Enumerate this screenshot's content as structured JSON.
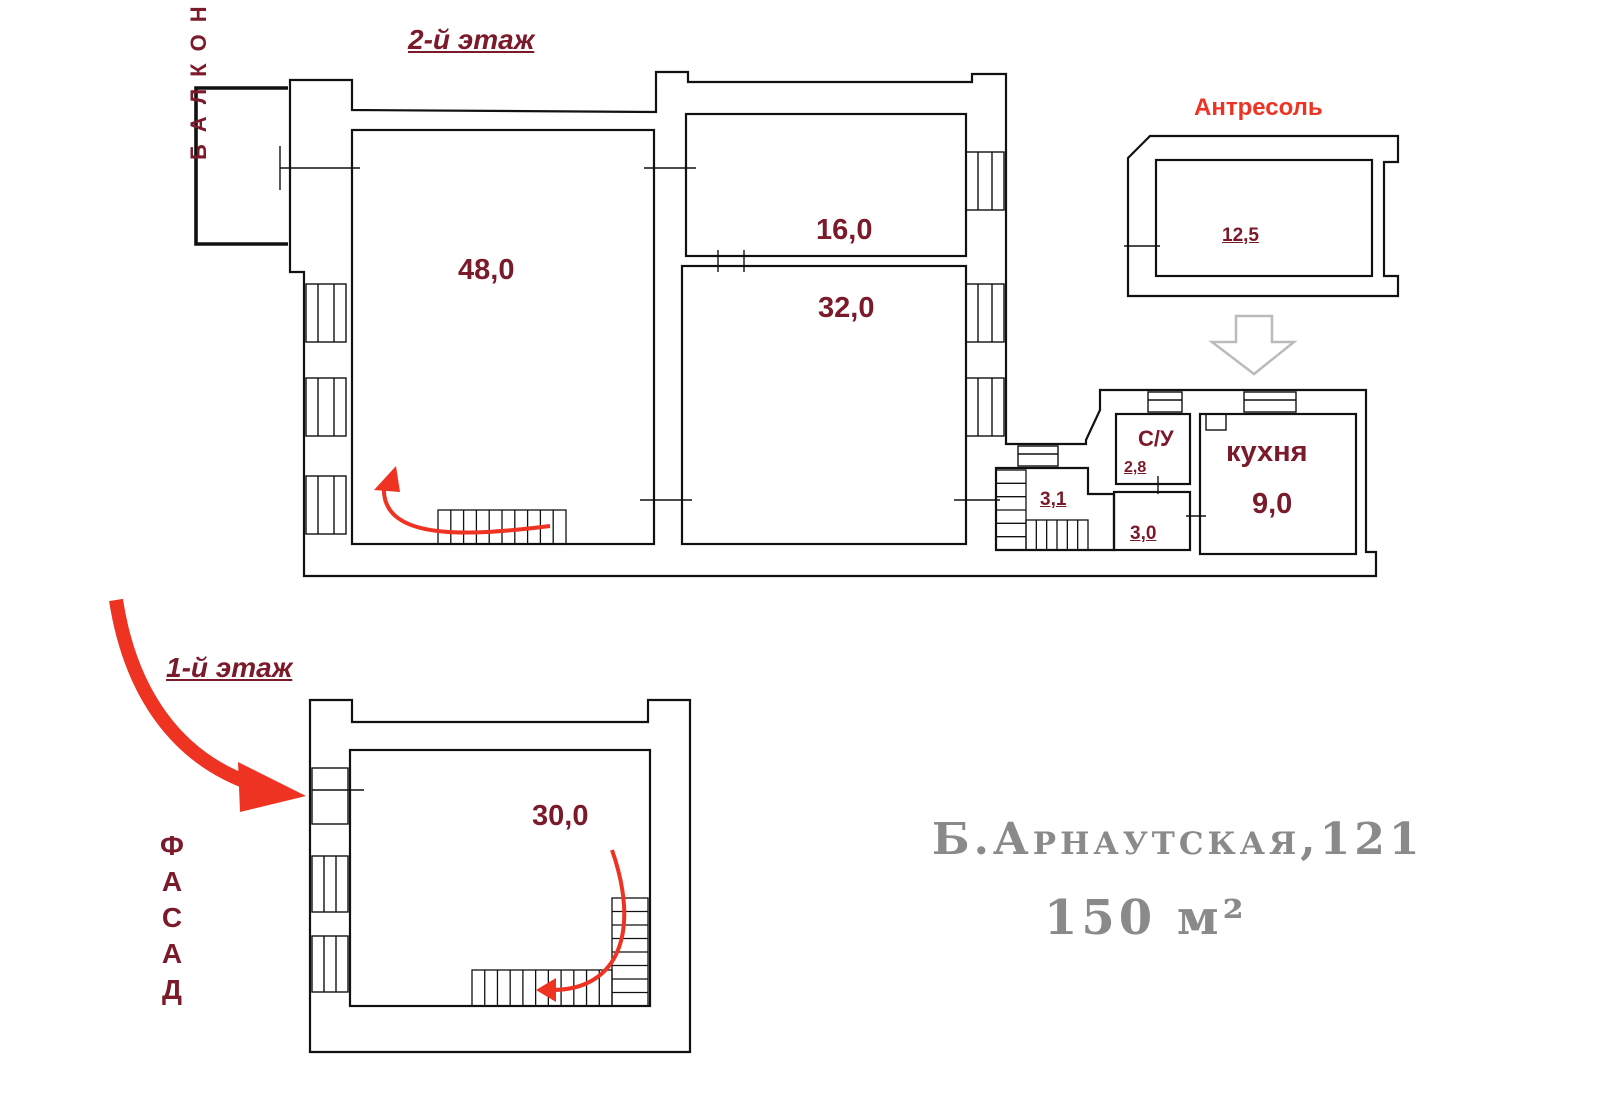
{
  "colors": {
    "wall": "#111111",
    "label": "#7a1a2a",
    "accent": "#ee3322",
    "gray": "#8a8a8a",
    "arrow_outline": "#bbbbbb"
  },
  "floors": {
    "second": "2-й этаж",
    "first": "1-й  этаж",
    "mezzanine": "Антресоль"
  },
  "balcony": [
    "Б",
    "А",
    "Л",
    "К",
    "О",
    "Н"
  ],
  "facade": [
    "Ф",
    "А",
    "С",
    "А",
    "Д"
  ],
  "rooms": {
    "r48": "48,0",
    "r16": "16,0",
    "r32": "32,0",
    "r12_5": "12,5",
    "wc_name": "С/У",
    "wc_area": "2,8",
    "r3_1": "3,1",
    "r3_0": "3,0",
    "kitchen_name": "кухня",
    "kitchen_area": "9,0",
    "r30": "30,0"
  },
  "address": "Б.Арнаутская,121",
  "total_area": "150 м²"
}
